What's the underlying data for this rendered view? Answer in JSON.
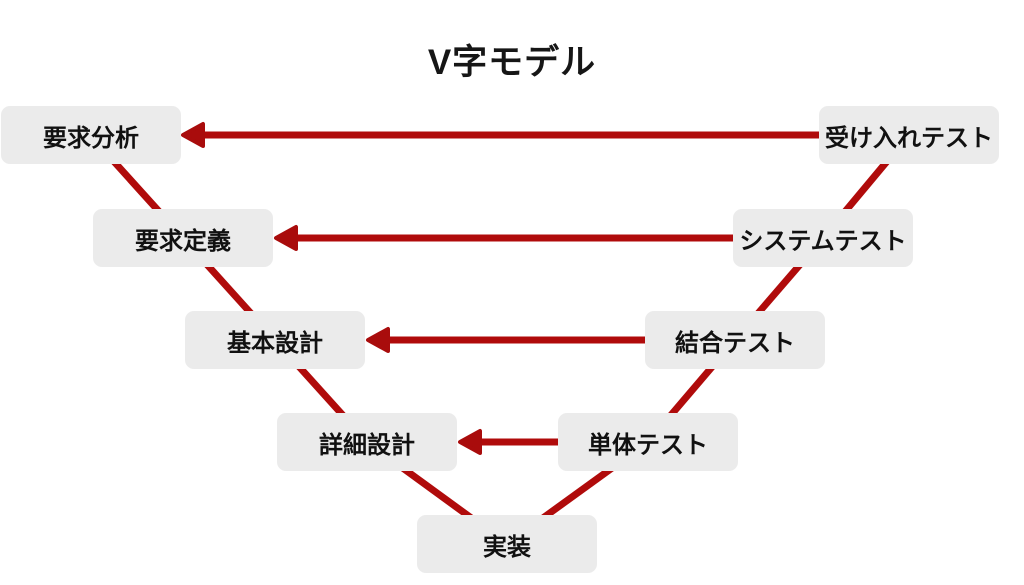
{
  "title": "V字モデル",
  "colors": {
    "arrow_red": "#b00b0b",
    "arrowhead_red": "#a90c0c",
    "box_background": "#ebebeb",
    "label_text": "#111111",
    "page_background": "#ffffff"
  },
  "nodes": [
    {
      "id": "req-analysis",
      "label": "要求分析"
    },
    {
      "id": "req-definition",
      "label": "要求定義"
    },
    {
      "id": "basic-design",
      "label": "基本設計"
    },
    {
      "id": "detail-design",
      "label": "詳細設計"
    },
    {
      "id": "implementation",
      "label": "実装"
    },
    {
      "id": "unit-test",
      "label": "単体テスト"
    },
    {
      "id": "integration-test",
      "label": "結合テスト"
    },
    {
      "id": "system-test",
      "label": "システムテスト"
    },
    {
      "id": "acceptance-test",
      "label": "受け入れテスト"
    }
  ],
  "connections": {
    "left_descent": [
      [
        "要求分析",
        "要求定義"
      ],
      [
        "要求定義",
        "基本設計"
      ],
      [
        "基本設計",
        "詳細設計"
      ],
      [
        "詳細設計",
        "実装"
      ]
    ],
    "right_ascent": [
      [
        "実装",
        "単体テスト"
      ],
      [
        "単体テスト",
        "結合テスト"
      ],
      [
        "結合テスト",
        "システムテスト"
      ],
      [
        "システムテスト",
        "受け入れテスト"
      ]
    ],
    "verification_arrows": [
      {
        "from": "受け入れテスト",
        "to": "要求分析"
      },
      {
        "from": "システムテスト",
        "to": "要求定義"
      },
      {
        "from": "結合テスト",
        "to": "基本設計"
      },
      {
        "from": "単体テスト",
        "to": "詳細設計"
      }
    ]
  }
}
